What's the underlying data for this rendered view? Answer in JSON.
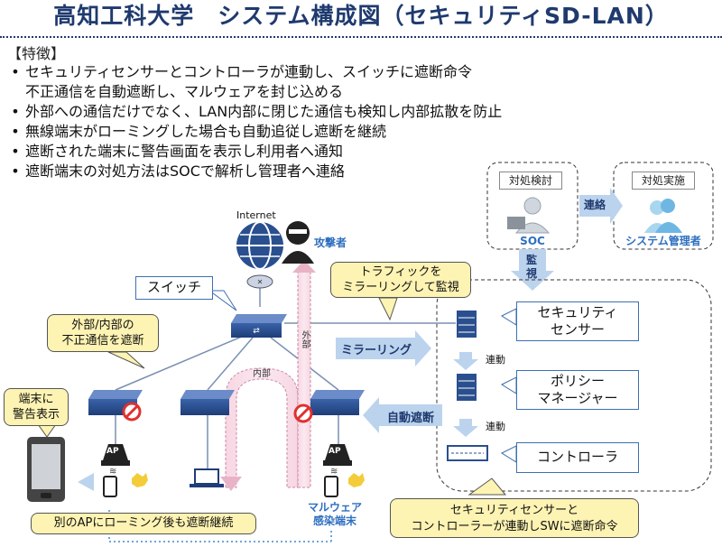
{
  "title": "高知工科大学　システム構成図（セキュリティSD-LAN）",
  "features": {
    "heading": "【特徴】",
    "bullet": "•",
    "items": [
      "セキュリティセンサーとコントローラが連動し、スイッチに遮断命令",
      "不正通信を自動遮断し、マルウェアを封じ込める",
      "外部への通信だけでなく、LAN内部に閉じた通信も検知し内部拡散を防止",
      "無線端末がローミングした場合も自動追従し遮断を継続",
      "遮断された端末に警告画面を表示し利用者へ通知",
      "遮断端末の対処方法はSOCで解析し管理者へ連絡"
    ]
  },
  "soc": {
    "task_label": "対処検討",
    "name": "SOC",
    "link_label": "連絡",
    "admin_task_label": "対処実施",
    "admin_name": "システム管理者",
    "monitor_label_1": "監",
    "monitor_label_2": "視"
  },
  "network": {
    "internet_label": "Internet",
    "attacker_label": "攻撃者",
    "switch_label": "スイッチ",
    "traffic_mirror_note_1": "トラフィックを",
    "traffic_mirror_note_2": "ミラーリングして監視",
    "block_note_1": "外部/内部の",
    "block_note_2": "不正通信を遮断",
    "mirroring_label": "ミラーリング",
    "auto_block_label": "自動遮断",
    "external_label": "外部",
    "internal_label": "内部",
    "warning_note_1": "端末に",
    "warning_note_2": "警告表示",
    "roaming_note": "別のAPにローミング後も遮断継続",
    "malware_label_1": "マルウェア",
    "malware_label_2": "感染端末",
    "ap_label": "AP"
  },
  "security": {
    "sensor_1": "セキュリティ",
    "sensor_2": "センサー",
    "policy_1": "ポリシー",
    "policy_2": "マネージャー",
    "controller": "コントローラ",
    "link_label": "連動",
    "link_label_2": "連動",
    "summary_1": "セキュリティセンサーと",
    "summary_2": "コントローラーが連動しSWに遮断命令"
  },
  "colors": {
    "title": "#1f3a6e",
    "note_fill": "#fdf3b3",
    "accent_blue": "#2e6fc0",
    "arrow_blue": "#bcd3ee",
    "block_red": "#e03030"
  }
}
